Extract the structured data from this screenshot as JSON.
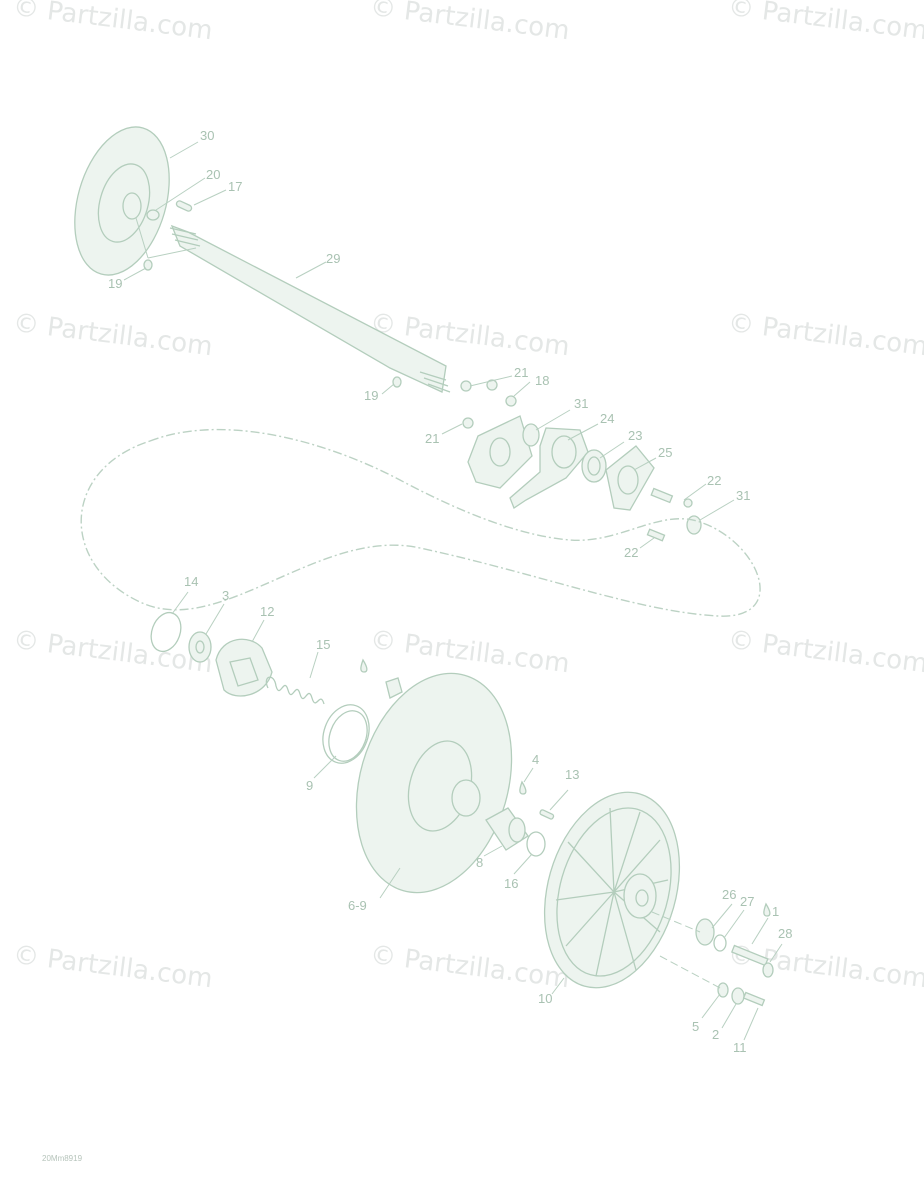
{
  "watermark": "© Partzilla.com",
  "figure_ref": "20Mm8919",
  "colors": {
    "line": "#b3cdbc",
    "label": "#a9c2b2",
    "watermark": "#e4e7e6"
  },
  "callouts": [
    {
      "id": "c30",
      "text": "30"
    },
    {
      "id": "c20",
      "text": "20"
    },
    {
      "id": "c17",
      "text": "17"
    },
    {
      "id": "c19a",
      "text": "19"
    },
    {
      "id": "c29",
      "text": "29"
    },
    {
      "id": "c21a",
      "text": "21"
    },
    {
      "id": "c18",
      "text": "18"
    },
    {
      "id": "c19b",
      "text": "19"
    },
    {
      "id": "c31a",
      "text": "31"
    },
    {
      "id": "c24",
      "text": "24"
    },
    {
      "id": "c21b",
      "text": "21"
    },
    {
      "id": "c23",
      "text": "23"
    },
    {
      "id": "c25",
      "text": "25"
    },
    {
      "id": "c22a",
      "text": "22"
    },
    {
      "id": "c31b",
      "text": "31"
    },
    {
      "id": "c22b",
      "text": "22"
    },
    {
      "id": "c14",
      "text": "14"
    },
    {
      "id": "c3",
      "text": "3"
    },
    {
      "id": "c12",
      "text": "12"
    },
    {
      "id": "c15",
      "text": "15"
    },
    {
      "id": "c9",
      "text": "9"
    },
    {
      "id": "c4",
      "text": "4"
    },
    {
      "id": "c13",
      "text": "13"
    },
    {
      "id": "c8",
      "text": "8"
    },
    {
      "id": "c16",
      "text": "16"
    },
    {
      "id": "c6",
      "text": "6-9"
    },
    {
      "id": "c26",
      "text": "26"
    },
    {
      "id": "c27",
      "text": "27"
    },
    {
      "id": "c1",
      "text": "1"
    },
    {
      "id": "c28",
      "text": "28"
    },
    {
      "id": "c10",
      "text": "10"
    },
    {
      "id": "c5",
      "text": "5"
    },
    {
      "id": "c2",
      "text": "2"
    },
    {
      "id": "c11",
      "text": "11"
    }
  ]
}
